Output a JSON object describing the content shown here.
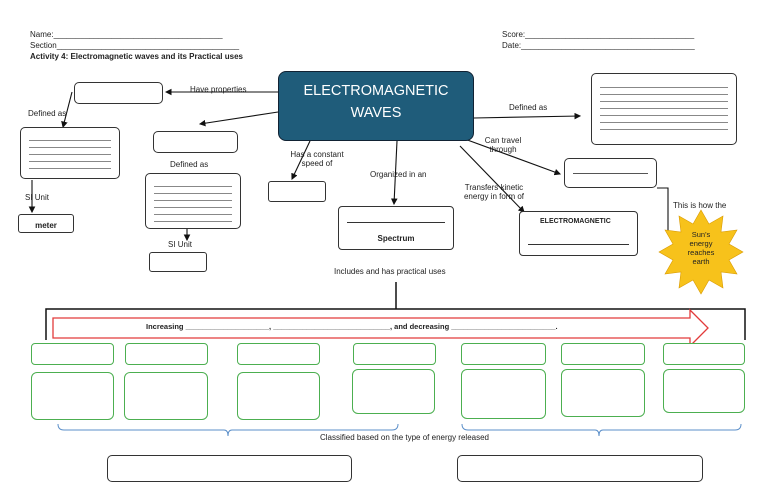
{
  "header": {
    "name_label": "Name:",
    "section_label": "Section",
    "activity_title": "Activity 4: Electromagnetic waves and its Practical uses",
    "score_label": "Score:",
    "date_label": "Date:"
  },
  "main": {
    "title_line1": "ELECTROMAGNETIC",
    "title_line2": "WAVES"
  },
  "labels": {
    "have_properties": "Have properties",
    "defined_as_left": "Defined as",
    "si_unit_left": "SI Unit",
    "meter": "meter",
    "defined_as_mid": "Defined as",
    "si_unit_mid": "SI Unit",
    "constant_speed": "Has a constant speed of",
    "organized_in": "Organized in an",
    "spectrum": "Spectrum",
    "transfers": "Transfers kinetic energy in form of",
    "electromagnetic": "ELECTROMAGNETIC",
    "defined_as_right": "Defined as",
    "can_travel": "Can travel through",
    "this_is_how": "This is how the",
    "sun_text": "Sun's energy reaches earth",
    "includes": "Includes and has practical uses",
    "increasing": "Increasing ____________________, ____________________________, and decreasing _________________________.",
    "classified": "Classified based on the type of energy released"
  },
  "colors": {
    "title_bg": "#1f5c7a",
    "arrow_red": "#e23b3b",
    "green_border": "#4caf50",
    "sun": "#f7c21b",
    "bracket_blue": "#5b8fc9"
  }
}
